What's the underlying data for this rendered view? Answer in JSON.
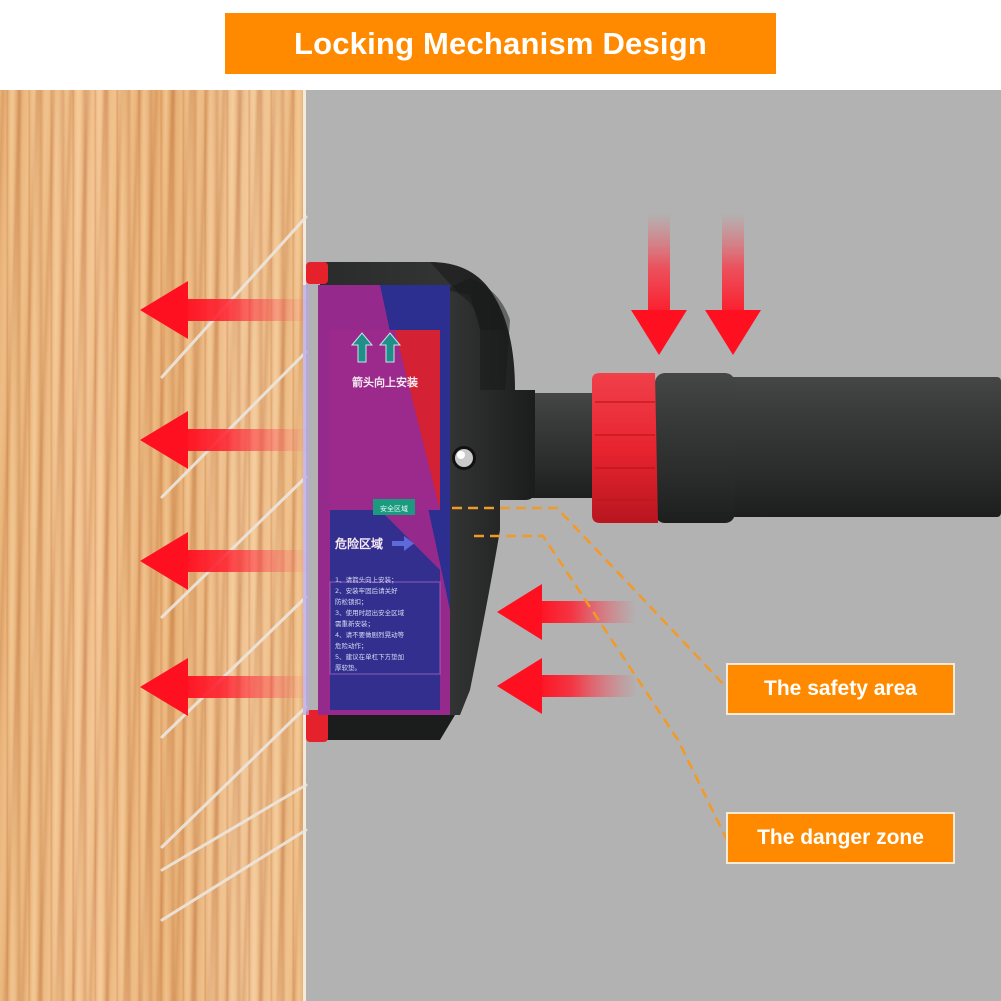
{
  "title": "Locking Mechanism Design",
  "labels": {
    "safety_area": "The safety area",
    "danger_zone": "The danger zone"
  },
  "sticker": {
    "install_instruction": "箭头向上安装",
    "safe_zone": "安全区域",
    "danger_zone": "危险区域",
    "notes": [
      "1、请箭头向上安装；",
      "2、安装牢固后请关好",
      "   防松锁扣；",
      "3、使用时超出安全区域",
      "   需重新安装；",
      "4、请不要做剧烈晃动等",
      "   危险动作；",
      "5、建议在单杠下方垫加",
      "   厚软垫。"
    ]
  },
  "icons": {
    "left_force_arrows": "red-left-arrow-icon",
    "down_force_arrows": "red-down-arrow-icon",
    "sticker_up_arrows": "teal-up-arrow-icon"
  },
  "colors": {
    "banner": "#ff8a00",
    "arrow_red": "#ff1020",
    "wall_gray": "#b2b2b2",
    "rod_black": "#2e2f2f",
    "knob_red": "#e8222c",
    "sticker_blue": "#2c2f8f",
    "sticker_magenta": "#a02a8c",
    "leader_orange": "#f39a26"
  }
}
